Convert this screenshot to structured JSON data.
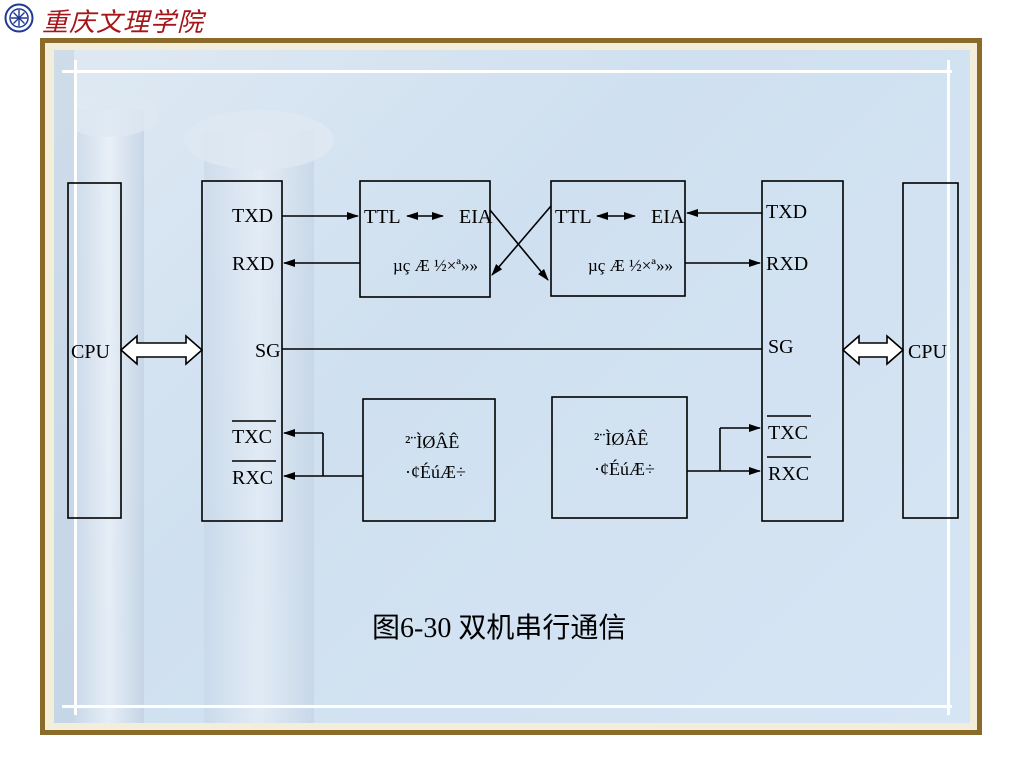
{
  "header": {
    "logo_text": "重庆文理学院",
    "emblem_icon": "university-emblem-icon"
  },
  "diagram": {
    "left_cpu": "CPU",
    "right_cpu": "CPU",
    "left_uart": {
      "txd": "TXD",
      "rxd": "RXD",
      "sg": "SG",
      "txc": "TXC",
      "rxc": "RXC"
    },
    "right_uart": {
      "txd": "TXD",
      "rxd": "RXD",
      "sg": "SG",
      "txc": "TXC",
      "rxc": "RXC"
    },
    "converter_left": {
      "line1": "TTL",
      "line1_b": "EIA",
      "line2": "µç Æ ½×ª»»"
    },
    "converter_right": {
      "line1": "TTL",
      "line1_b": "EIA",
      "line2": "µç Æ ½×ª»»"
    },
    "baud_left": {
      "line1": "²¨ÌØÂÊ",
      "line2": "·¢ÉúÆ÷"
    },
    "baud_right": {
      "line1": "²¨ÌØÂÊ",
      "line2": "·¢ÉúÆ÷"
    }
  },
  "caption": "图6-30  双机串行通信",
  "colors": {
    "frame": "#8a6b2a",
    "panel": "#d6e5f4",
    "logo": "#a4161a"
  }
}
